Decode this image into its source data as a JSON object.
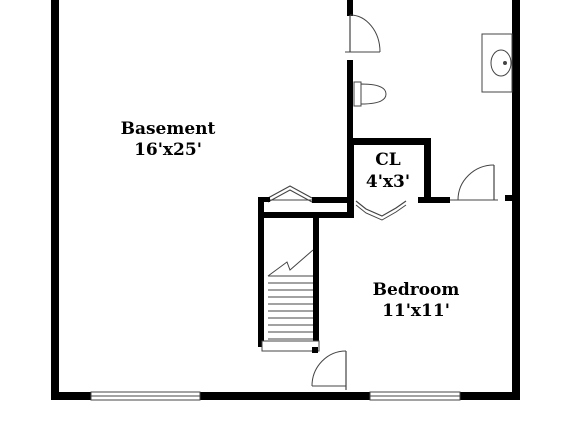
{
  "rooms": {
    "basement": {
      "name": "Basement",
      "size": "16'x25'"
    },
    "closet": {
      "name": "CL",
      "size": "4'x3'"
    },
    "bedroom": {
      "name": "Bedroom",
      "size": "11'x11'"
    }
  },
  "colors": {
    "wall": "#000000",
    "line": "#444444",
    "background": "#ffffff"
  }
}
